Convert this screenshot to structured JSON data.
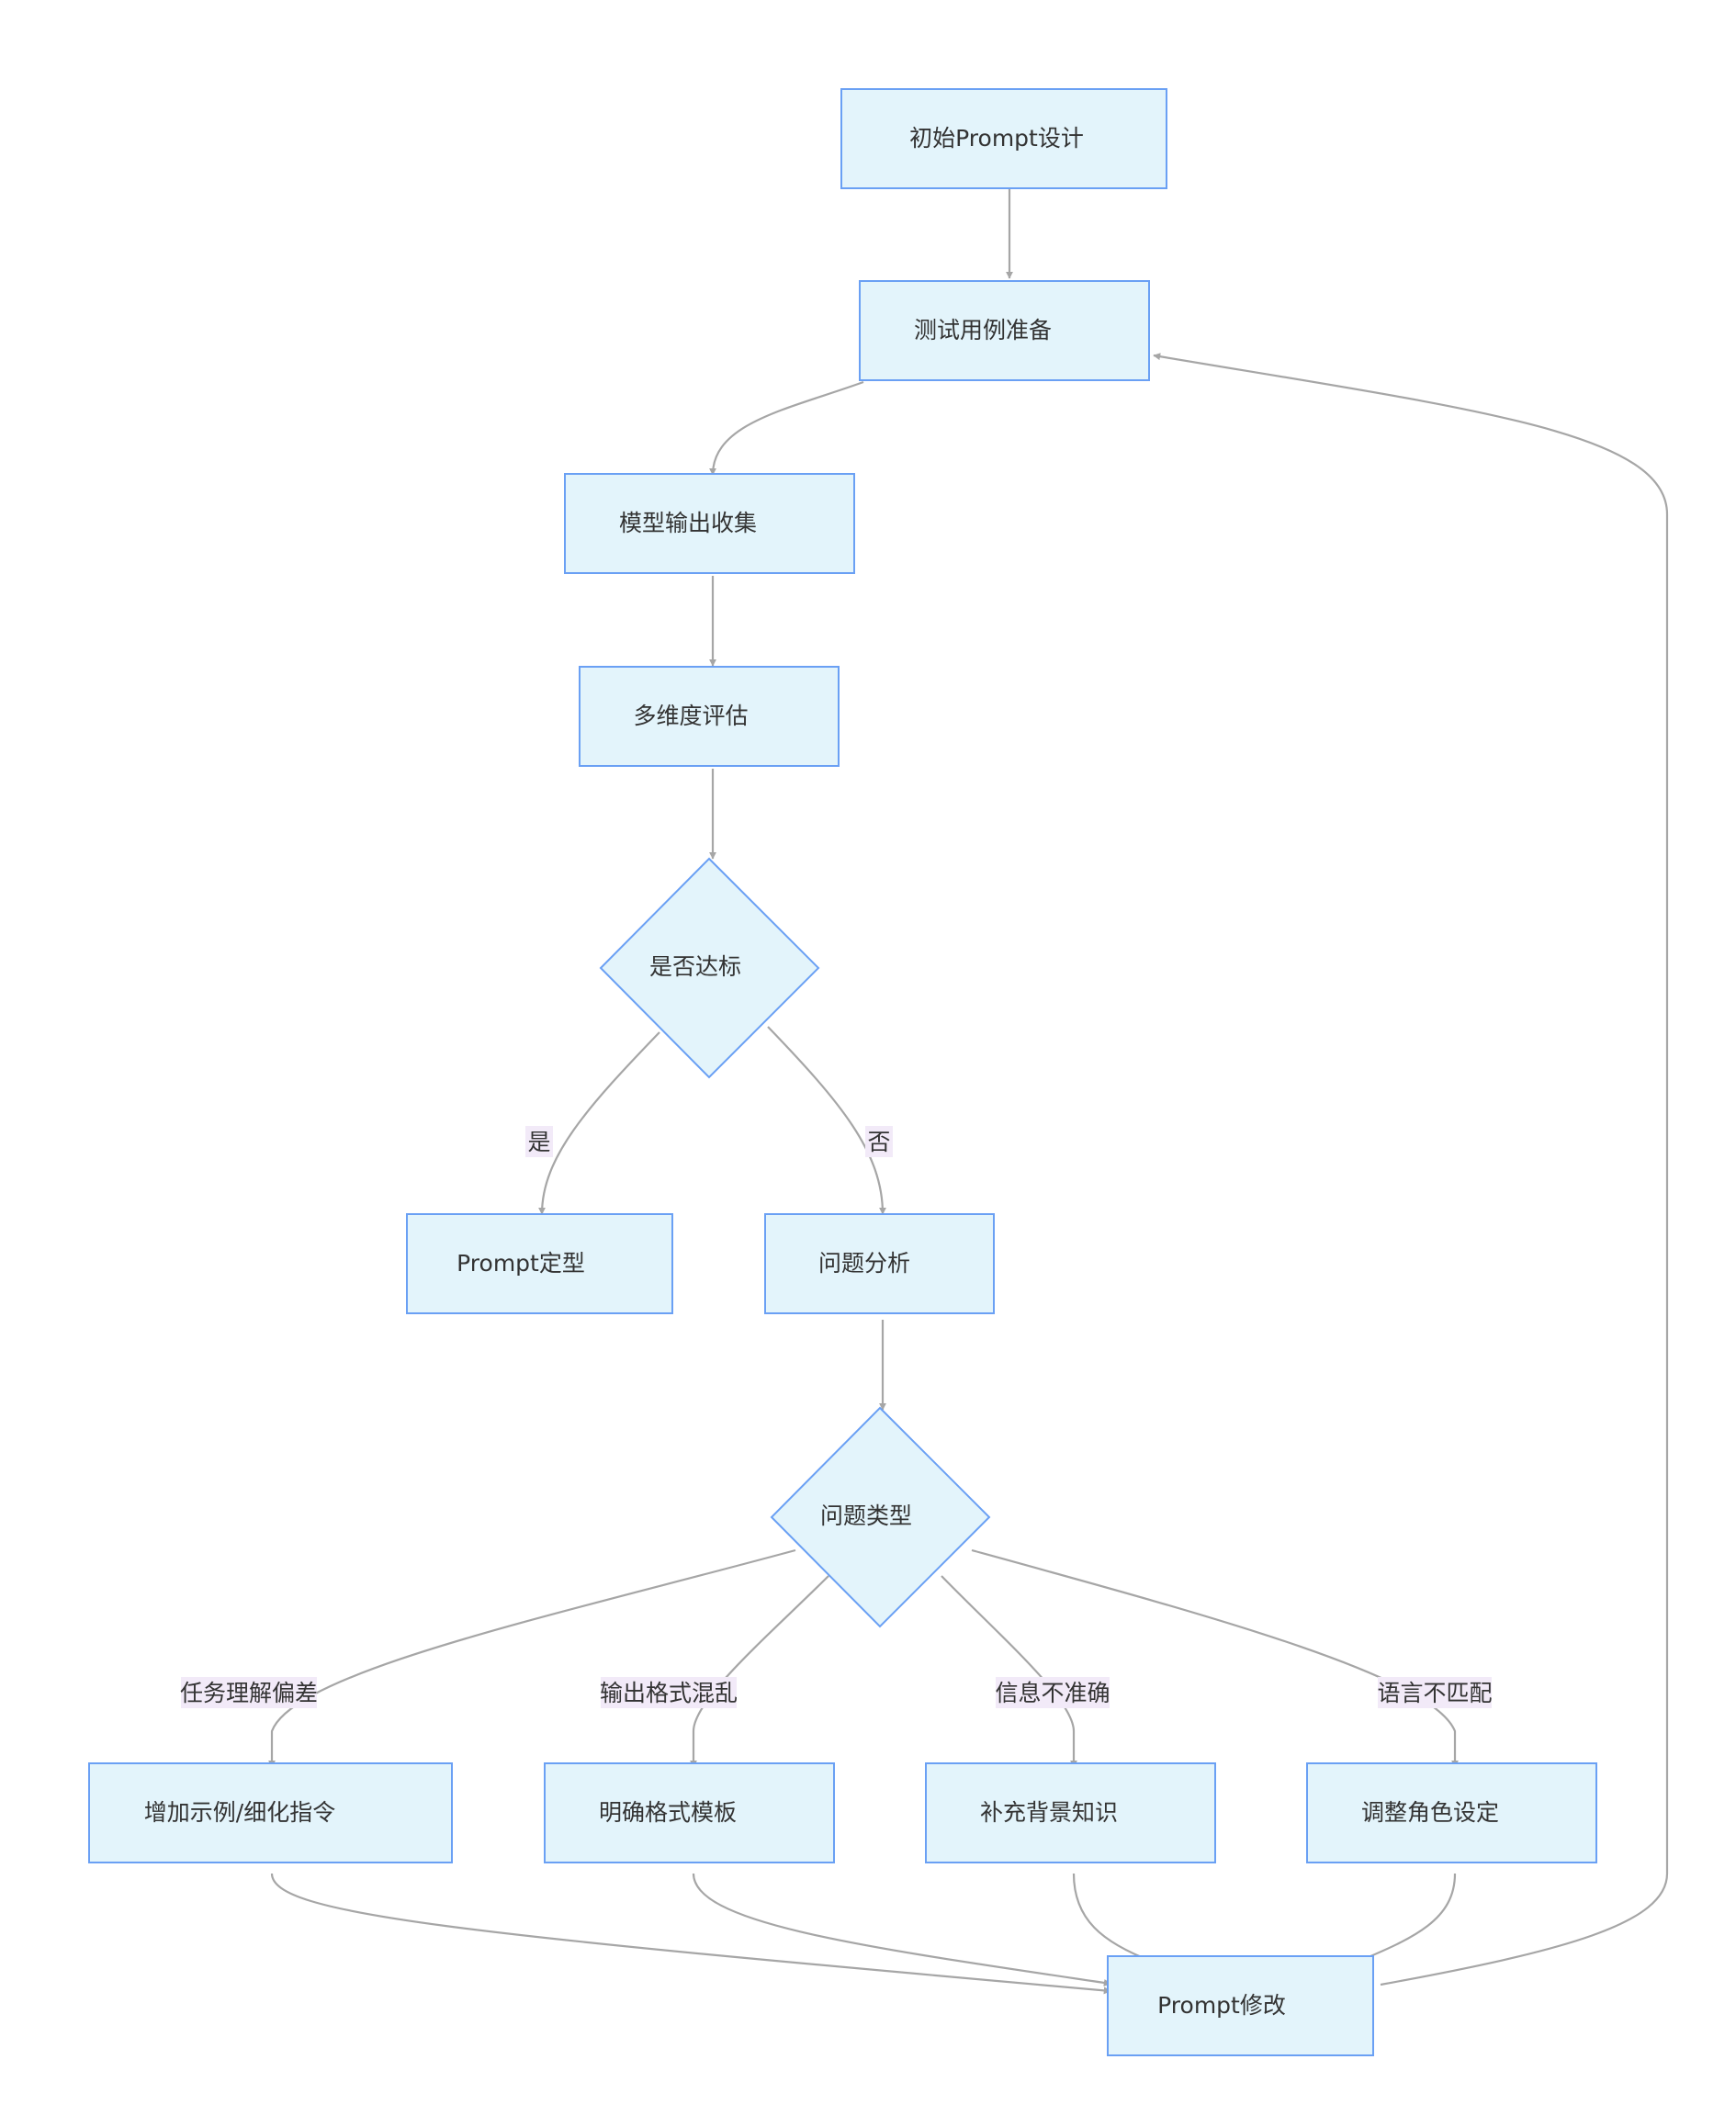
{
  "nodes": {
    "start": "初始Prompt设计",
    "prepare": "测试用例准备",
    "collect": "模型输出收集",
    "evaluate": "多维度评估",
    "pass_check": "是否达标",
    "finalize": "Prompt定型",
    "analyze": "问题分析",
    "problem_type": "问题类型",
    "fix_task": "增加示例/细化指令",
    "fix_format": "明确格式模板",
    "fix_info": "补充背景知识",
    "fix_lang": "调整角色设定",
    "modify": "Prompt修改"
  },
  "edge_labels": {
    "yes": "是",
    "no": "否",
    "task_bias": "任务理解偏差",
    "format_chaos": "输出格式混乱",
    "info_inaccurate": "信息不准确",
    "lang_mismatch": "语言不匹配"
  },
  "colors": {
    "node_fill": "#e3f4fb",
    "node_stroke": "#6aa0f4",
    "edge": "#a6a6a6",
    "label_bg": "#f2eaf8",
    "text": "#333333"
  }
}
